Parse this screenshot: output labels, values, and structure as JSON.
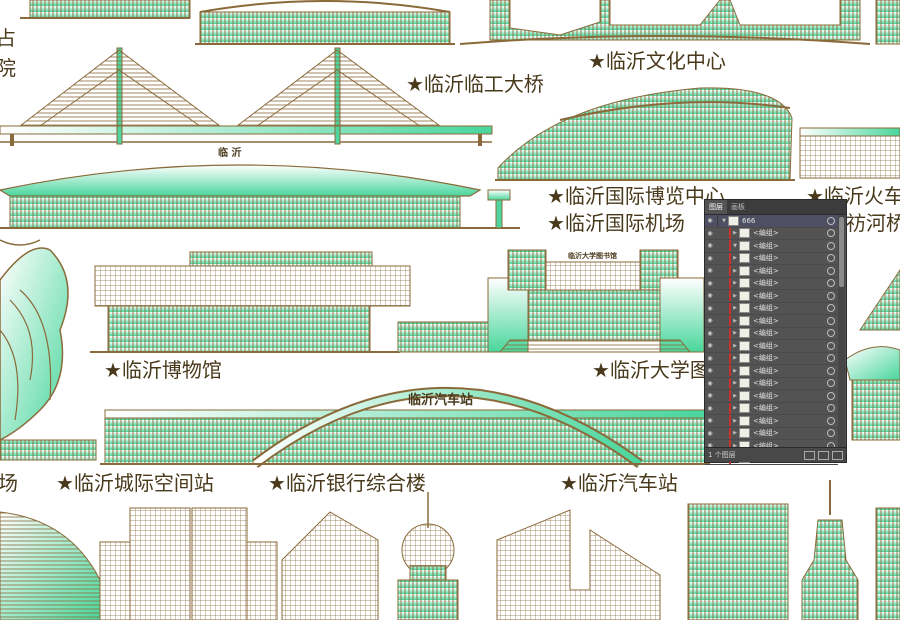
{
  "labels": {
    "cultural_center": "★临沂文化中心",
    "linggong_bridge": "★临沂临工大桥",
    "expo_center": "★临沂国际博览中心",
    "airport": "★临沂国际机场",
    "train_station": "★临沂火车",
    "fanghe": "祊河桥",
    "museum": "★临沂博物馆",
    "university": "★临沂大学图",
    "intercity_station": "★临沂城际空间站",
    "bank_building": "★临沂银行综合楼",
    "bus_station": "★临沂汽车站",
    "partial_left_1": "场",
    "partial_left_top_1": "占",
    "partial_left_top_2": "院"
  },
  "signs": {
    "airport_sign": "临 沂",
    "university_sign": "临沂大学图书馆",
    "bus_station_sign": "临沂汽车站"
  },
  "layers_panel": {
    "tab_layers": "图层",
    "tab_artboards": "画板",
    "top_layer": "666",
    "group_label": "<编组>",
    "group_count": 19,
    "footer_count": "1 个图层"
  },
  "colors": {
    "gold": "#8a6a3a",
    "mint": "#4fd6a0",
    "text": "#4a3a1c",
    "panel_bg": "#535353"
  }
}
